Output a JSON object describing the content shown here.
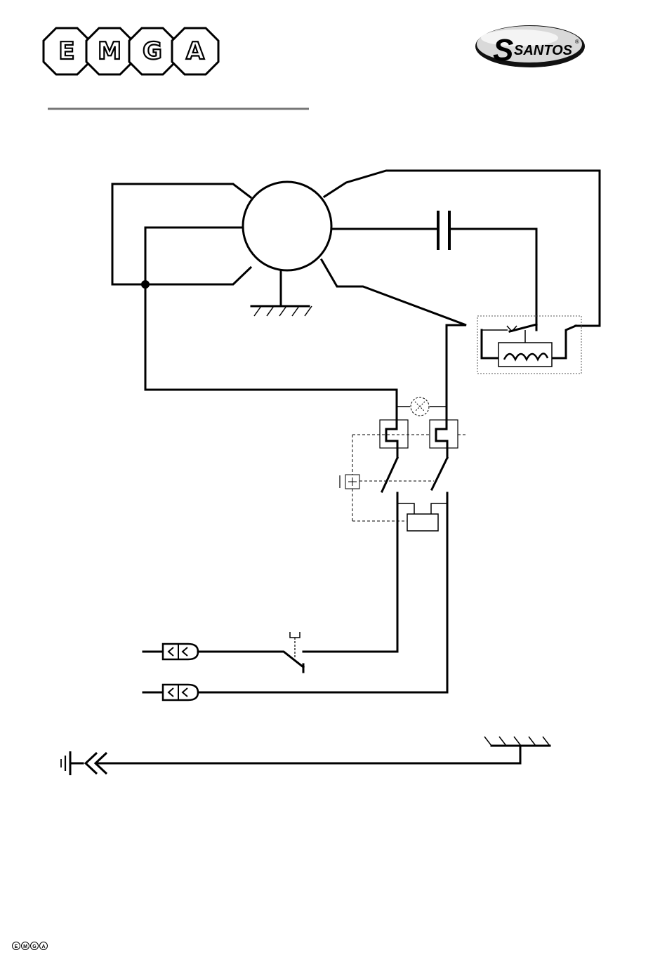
{
  "header": {
    "emga_letters": [
      "E",
      "M",
      "G",
      "A"
    ],
    "santos_initial": "S",
    "santos_text": "SANTOS",
    "santos_registered": "®",
    "colors": {
      "ink": "#000000",
      "santos_oval": "#d9d9d9"
    }
  },
  "footer": {
    "emga_letters": [
      "E",
      "M",
      "G",
      "A"
    ]
  },
  "icons": [
    "emga-logo",
    "santos-logo",
    "motor-symbol",
    "capacitor-symbol",
    "thermal-protector-symbol",
    "indicator-lamp-symbol",
    "double-pole-switch-symbol",
    "microswitch-symbol",
    "plug-pin-symbol",
    "earth-ground-symbol",
    "protective-earth-symbol"
  ]
}
